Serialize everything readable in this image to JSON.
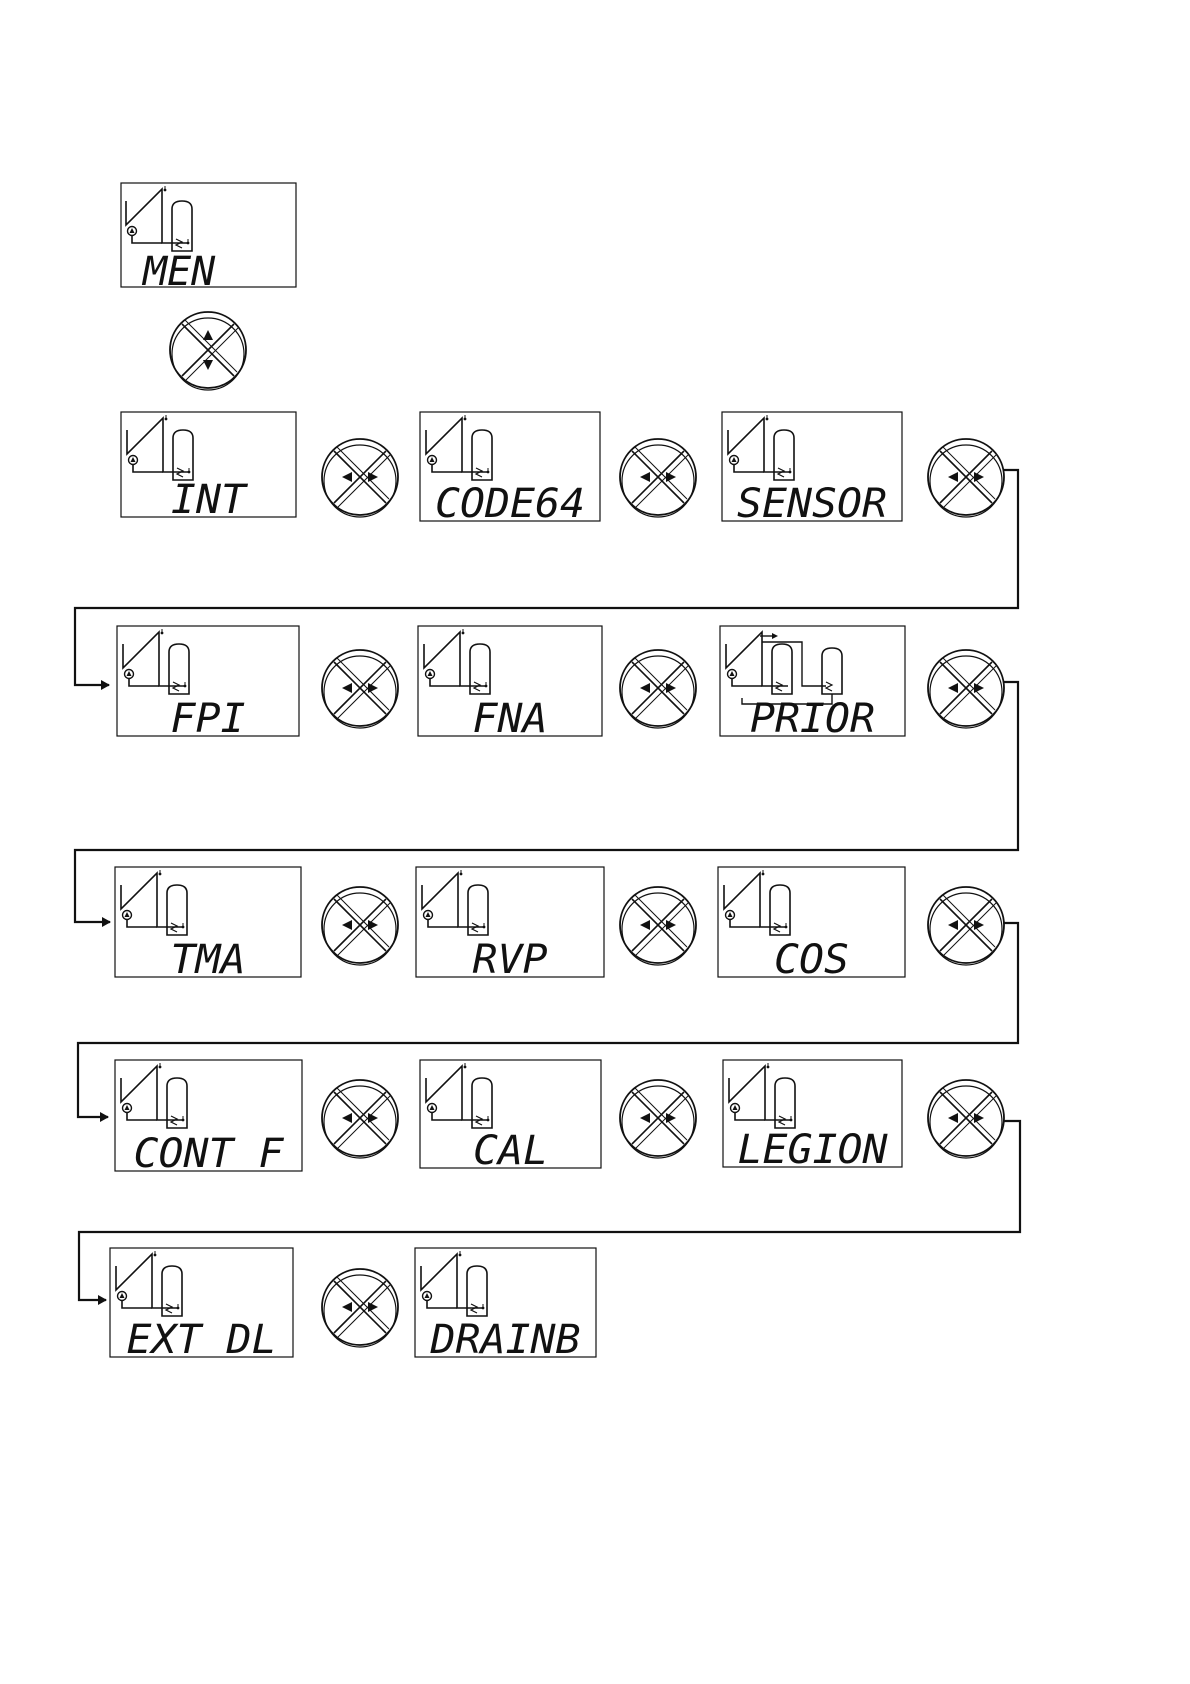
{
  "diagram": {
    "colors": {
      "ink": "#111111",
      "paper": "#ffffff"
    },
    "top_screen": {
      "label": "MEN"
    },
    "nav_updown": {
      "icon": "up-down-arrow-keypad-icon"
    },
    "nav_leftright": {
      "icon": "left-right-arrow-keypad-icon"
    },
    "screens": [
      {
        "label": "INT",
        "variant": "single-tank"
      },
      {
        "label": "CODE64",
        "variant": "single-tank"
      },
      {
        "label": "SENSOR",
        "variant": "single-tank"
      },
      {
        "label": "FPI",
        "variant": "single-tank"
      },
      {
        "label": "FNA",
        "variant": "single-tank"
      },
      {
        "label": "PRIOR",
        "variant": "two-tank"
      },
      {
        "label": "TMA",
        "variant": "single-tank"
      },
      {
        "label": "RVP",
        "variant": "single-tank"
      },
      {
        "label": "COS",
        "variant": "single-tank"
      },
      {
        "label": "CONT F",
        "variant": "single-tank"
      },
      {
        "label": "CAL",
        "variant": "single-tank"
      },
      {
        "label": "LEGION",
        "variant": "single-tank"
      },
      {
        "label": "EXT DL",
        "variant": "single-tank"
      },
      {
        "label": "DRAINB",
        "variant": "single-tank"
      }
    ]
  }
}
